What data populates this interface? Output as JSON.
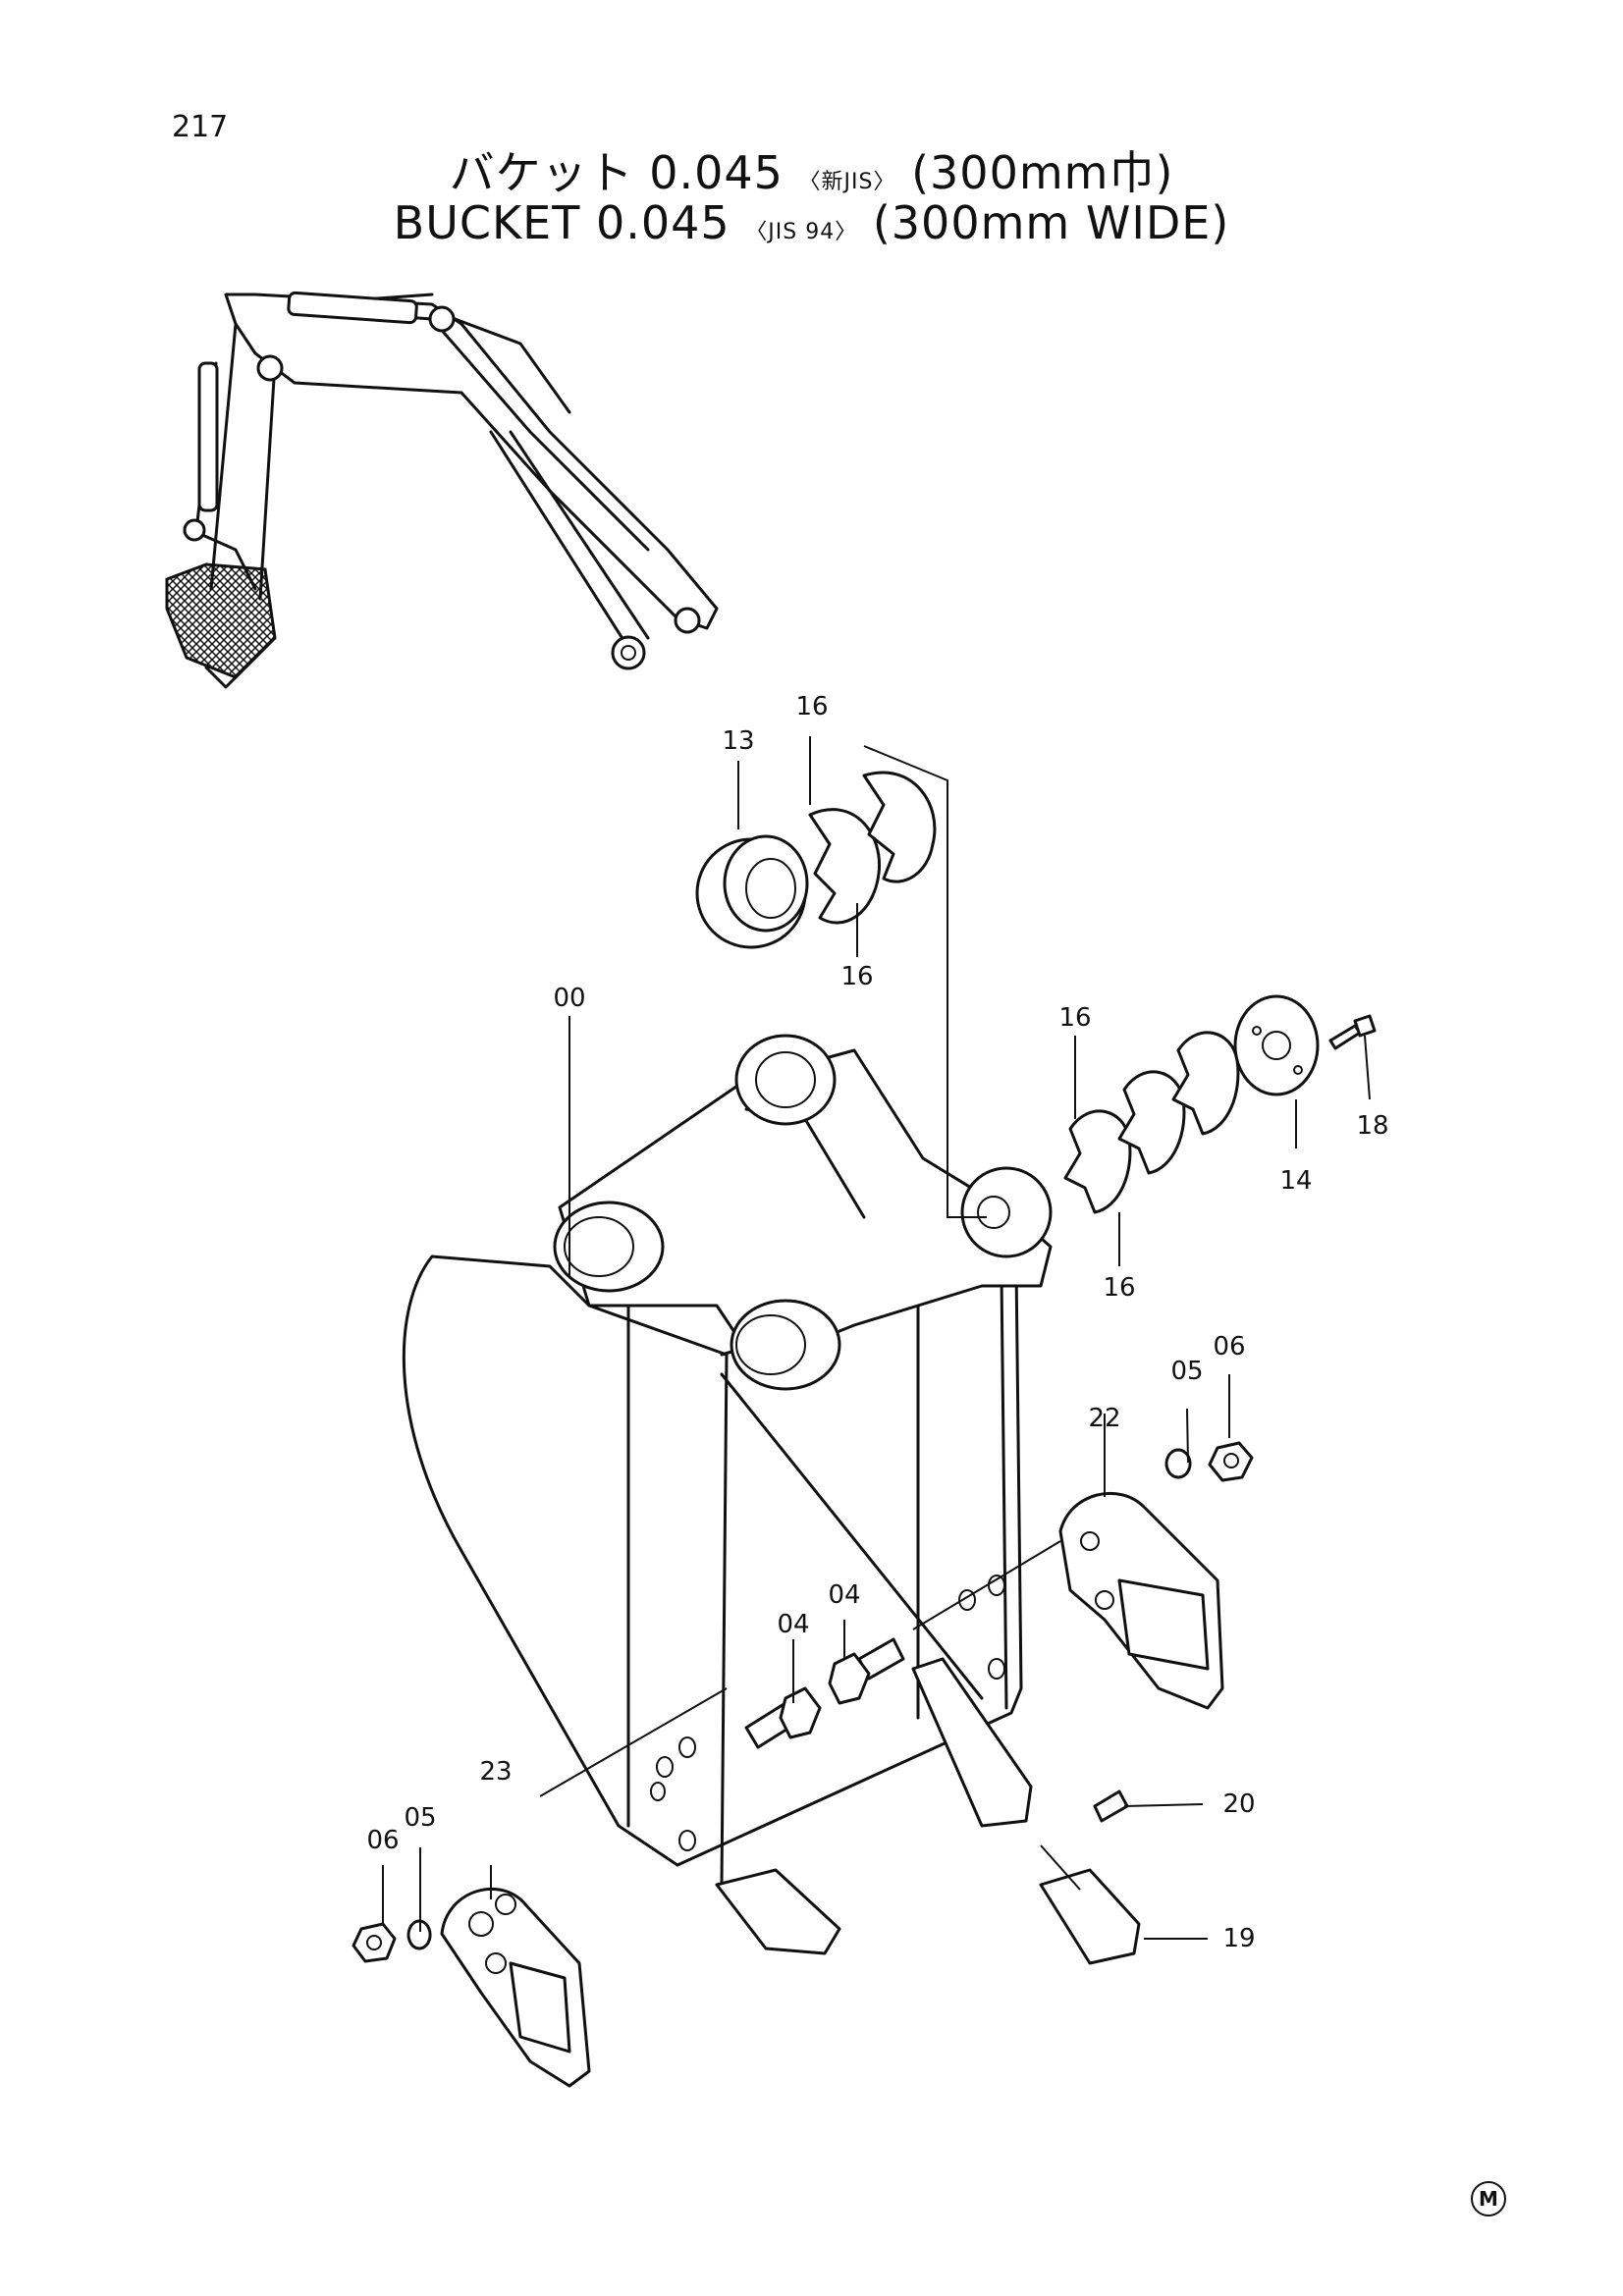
{
  "page_number": "217",
  "title": {
    "jp_main": "バケット 0.045",
    "jp_std": "〈新JIS〉",
    "jp_width": "(300mm巾)",
    "en_main": "BUCKET  0.045",
    "en_std": "〈JIS 94〉",
    "en_width": "(300mm  WIDE)"
  },
  "callouts": {
    "c00": "00",
    "c04a": "04",
    "c04b": "04",
    "c05a": "05",
    "c05b": "05",
    "c06a": "06",
    "c06b": "06",
    "c13": "13",
    "c14": "14",
    "c16a": "16",
    "c16b": "16",
    "c16c": "16",
    "c16d": "16",
    "c18": "18",
    "c19": "19",
    "c20": "20",
    "c22": "22",
    "c23": "23"
  },
  "logo_mark": "M"
}
